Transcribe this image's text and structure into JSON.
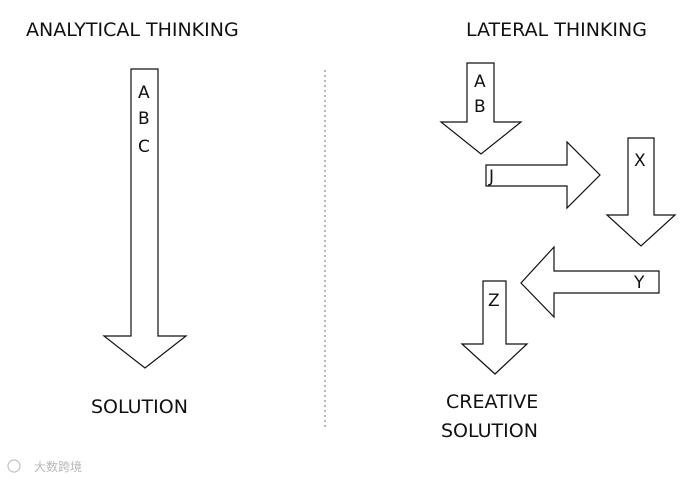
{
  "left": {
    "heading": "ANALYTICAL THINKING",
    "steps": [
      "A",
      "B",
      "C"
    ],
    "result": "SOLUTION"
  },
  "right": {
    "heading": "LATERAL THINKING",
    "step_ab": [
      "A",
      "B"
    ],
    "step_j": "J",
    "step_x": "X",
    "step_y": "Y",
    "step_z": "Z",
    "result_line1": "CREATIVE",
    "result_line2": "SOLUTION"
  },
  "watermark": "大数跨境",
  "colors": {
    "stroke": "#111111",
    "divider": "#8a8a8a",
    "background": "#ffffff"
  }
}
